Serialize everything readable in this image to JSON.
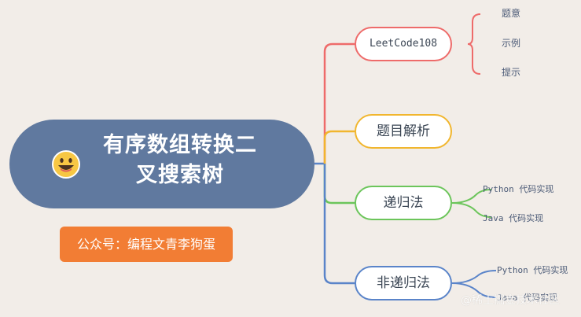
{
  "root": {
    "title_line1": "有序数组转换二",
    "title_line2": "叉搜索树",
    "emoji_icon": "grinning-face-icon",
    "color": "#60799f"
  },
  "badge": {
    "label": "公众号：编程文青李狗蛋",
    "color": "#f27d34"
  },
  "branches": [
    {
      "label": "LeetCode108",
      "color": "#ee6b6a",
      "children": [
        "题意",
        "示例",
        "提示"
      ]
    },
    {
      "label": "题目解析",
      "color": "#f1b62e",
      "children": []
    },
    {
      "label": "递归法",
      "color": "#6cc55b",
      "children": [
        "Python 代码实现",
        "Java 代码实现"
      ]
    },
    {
      "label": "非递归法",
      "color": "#5a84c9",
      "children": [
        "Python 代码实现",
        "Java 代码实现"
      ]
    }
  ],
  "watermark": "@稀土掘金技术社区",
  "colors": {
    "background": "#f2ede8",
    "leaf_text": "#4d5c78"
  }
}
